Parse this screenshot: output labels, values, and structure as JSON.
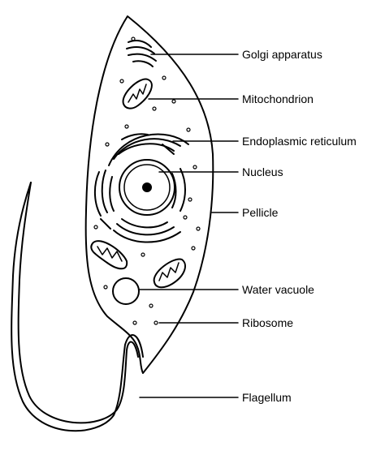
{
  "labels": {
    "golgi": "Golgi apparatus",
    "mitochondrion": "Mitochondrion",
    "er": "Endoplasmic reticulum",
    "nucleus": "Nucleus",
    "pellicle": "Pellicle",
    "vacuole": "Water vacuole",
    "ribosome": "Ribosome",
    "flagellum": "Flagellum"
  },
  "colors": {
    "ink": "#000000",
    "background": "#ffffff"
  }
}
